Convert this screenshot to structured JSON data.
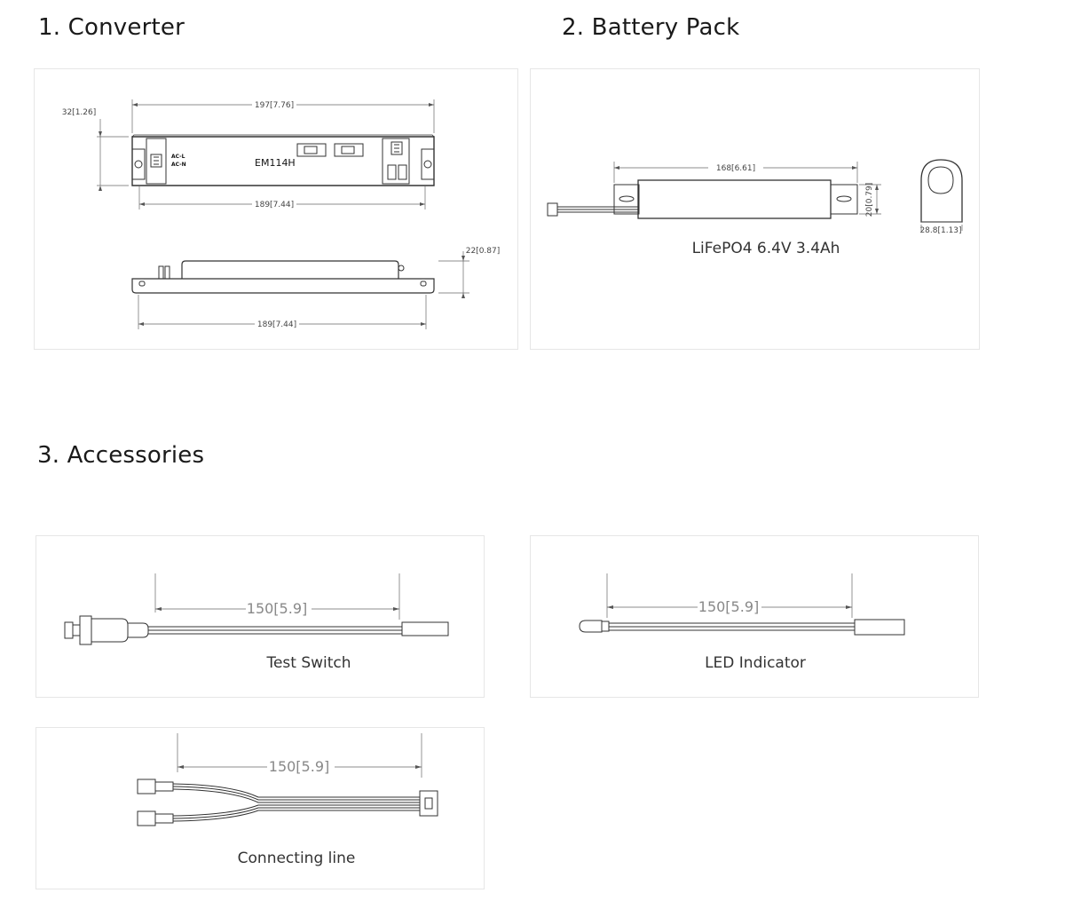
{
  "sections": {
    "converter": "1. Converter",
    "battery": "2. Battery Pack",
    "accessories": "3. Accessories"
  },
  "converter": {
    "height": "32[1.26]",
    "length_top": "197[7.76]",
    "model": "EM114H",
    "ac_l": "AC-L",
    "ac_n": "AC-N",
    "mount_top": "189[7.44]",
    "side_height": "22[0.87]",
    "mount_side": "189[7.44]"
  },
  "battery": {
    "length": "168[6.61]",
    "height": "20[0.79]",
    "diameter": "28.8[1.13]",
    "spec": "LiFePO4 6.4V 3.4Ah"
  },
  "accessories": {
    "test_switch": {
      "length": "150[5.9]",
      "caption": "Test Switch"
    },
    "led_indicator": {
      "length": "150[5.9]",
      "caption": "LED Indicator"
    },
    "connecting_line": {
      "length": "150[5.9]",
      "caption": "Connecting line"
    }
  }
}
